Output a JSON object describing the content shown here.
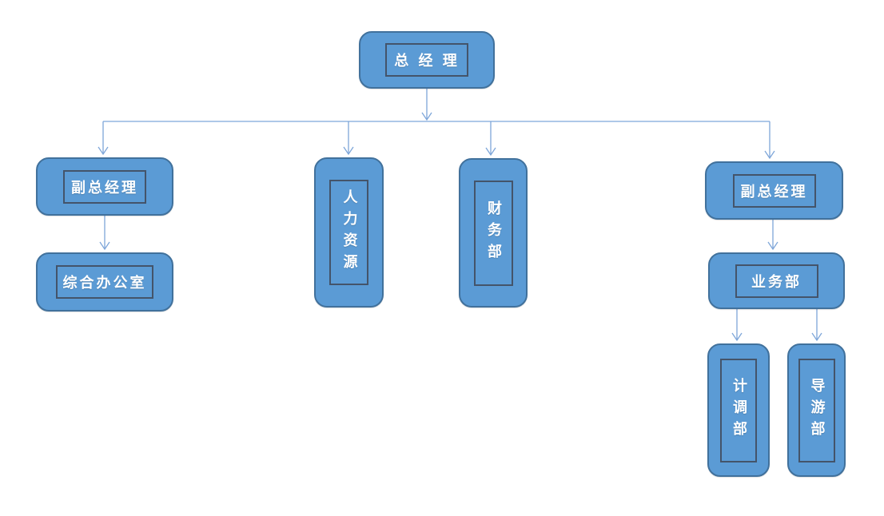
{
  "diagram": {
    "type": "org-chart",
    "colors": {
      "node_fill": "#5b9bd5",
      "node_border": "#41719c",
      "inner_border": "#44546a",
      "connector": "#7ea6d9",
      "text": "#ffffff"
    },
    "nodes": {
      "general_manager": {
        "label": "总 经 理"
      },
      "deputy_gm_left": {
        "label": "副总经理"
      },
      "general_office": {
        "label": "综合办公室"
      },
      "human_resources": {
        "label": "人力资源"
      },
      "finance_dept": {
        "label": "财务部"
      },
      "deputy_gm_right": {
        "label": "副总经理"
      },
      "business_dept": {
        "label": "业务部"
      },
      "planning_dept": {
        "label": "计调部"
      },
      "guide_dept": {
        "label": "导游部"
      }
    },
    "edges": [
      {
        "from": "general_manager",
        "to": "deputy_gm_left"
      },
      {
        "from": "general_manager",
        "to": "human_resources"
      },
      {
        "from": "general_manager",
        "to": "finance_dept"
      },
      {
        "from": "general_manager",
        "to": "deputy_gm_right"
      },
      {
        "from": "deputy_gm_left",
        "to": "general_office"
      },
      {
        "from": "deputy_gm_right",
        "to": "business_dept"
      },
      {
        "from": "business_dept",
        "to": "planning_dept"
      },
      {
        "from": "business_dept",
        "to": "guide_dept"
      }
    ]
  }
}
